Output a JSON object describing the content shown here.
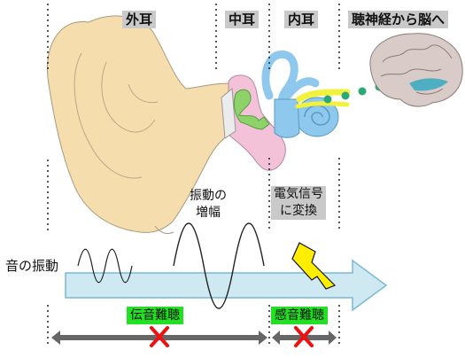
{
  "labels": {
    "outer_ear": "外耳",
    "middle_ear": "中耳",
    "inner_ear": "内耳",
    "nerve_to_brain": "聴神経から脳へ",
    "sound_vibration": "音の振動",
    "amplify_line1": "振動の",
    "amplify_line2": "増幅",
    "signal_line1": "電気信号",
    "signal_line2": "に変換",
    "conductive_hearing_loss": "伝音難聴",
    "sensorineural_hearing_loss": "感音難聴"
  },
  "colors": {
    "ear_skin": "#f6ddae",
    "ear_outline": "#a89a80",
    "middle_ear_pink": "#f4c2d8",
    "ossicles_green": "#8ed26a",
    "cochlea_blue": "#8ec8ec",
    "nerve_yellow": "#f2f23a",
    "signal_dots": "#2aa876",
    "brain": "#d9ccc8",
    "arrow_fill": "#cfe9f3",
    "arrow_stroke": "#7bb8d2",
    "highlight_green": "#22e022",
    "cross_red": "#ee1111",
    "bolt_yellow": "#ffee00",
    "label_grey": "#c9c9c9"
  },
  "icons": [
    "lightning-bolt-icon",
    "cross-mark-icon",
    "double-arrow-icon",
    "brain-icon",
    "cochlea-icon"
  ]
}
